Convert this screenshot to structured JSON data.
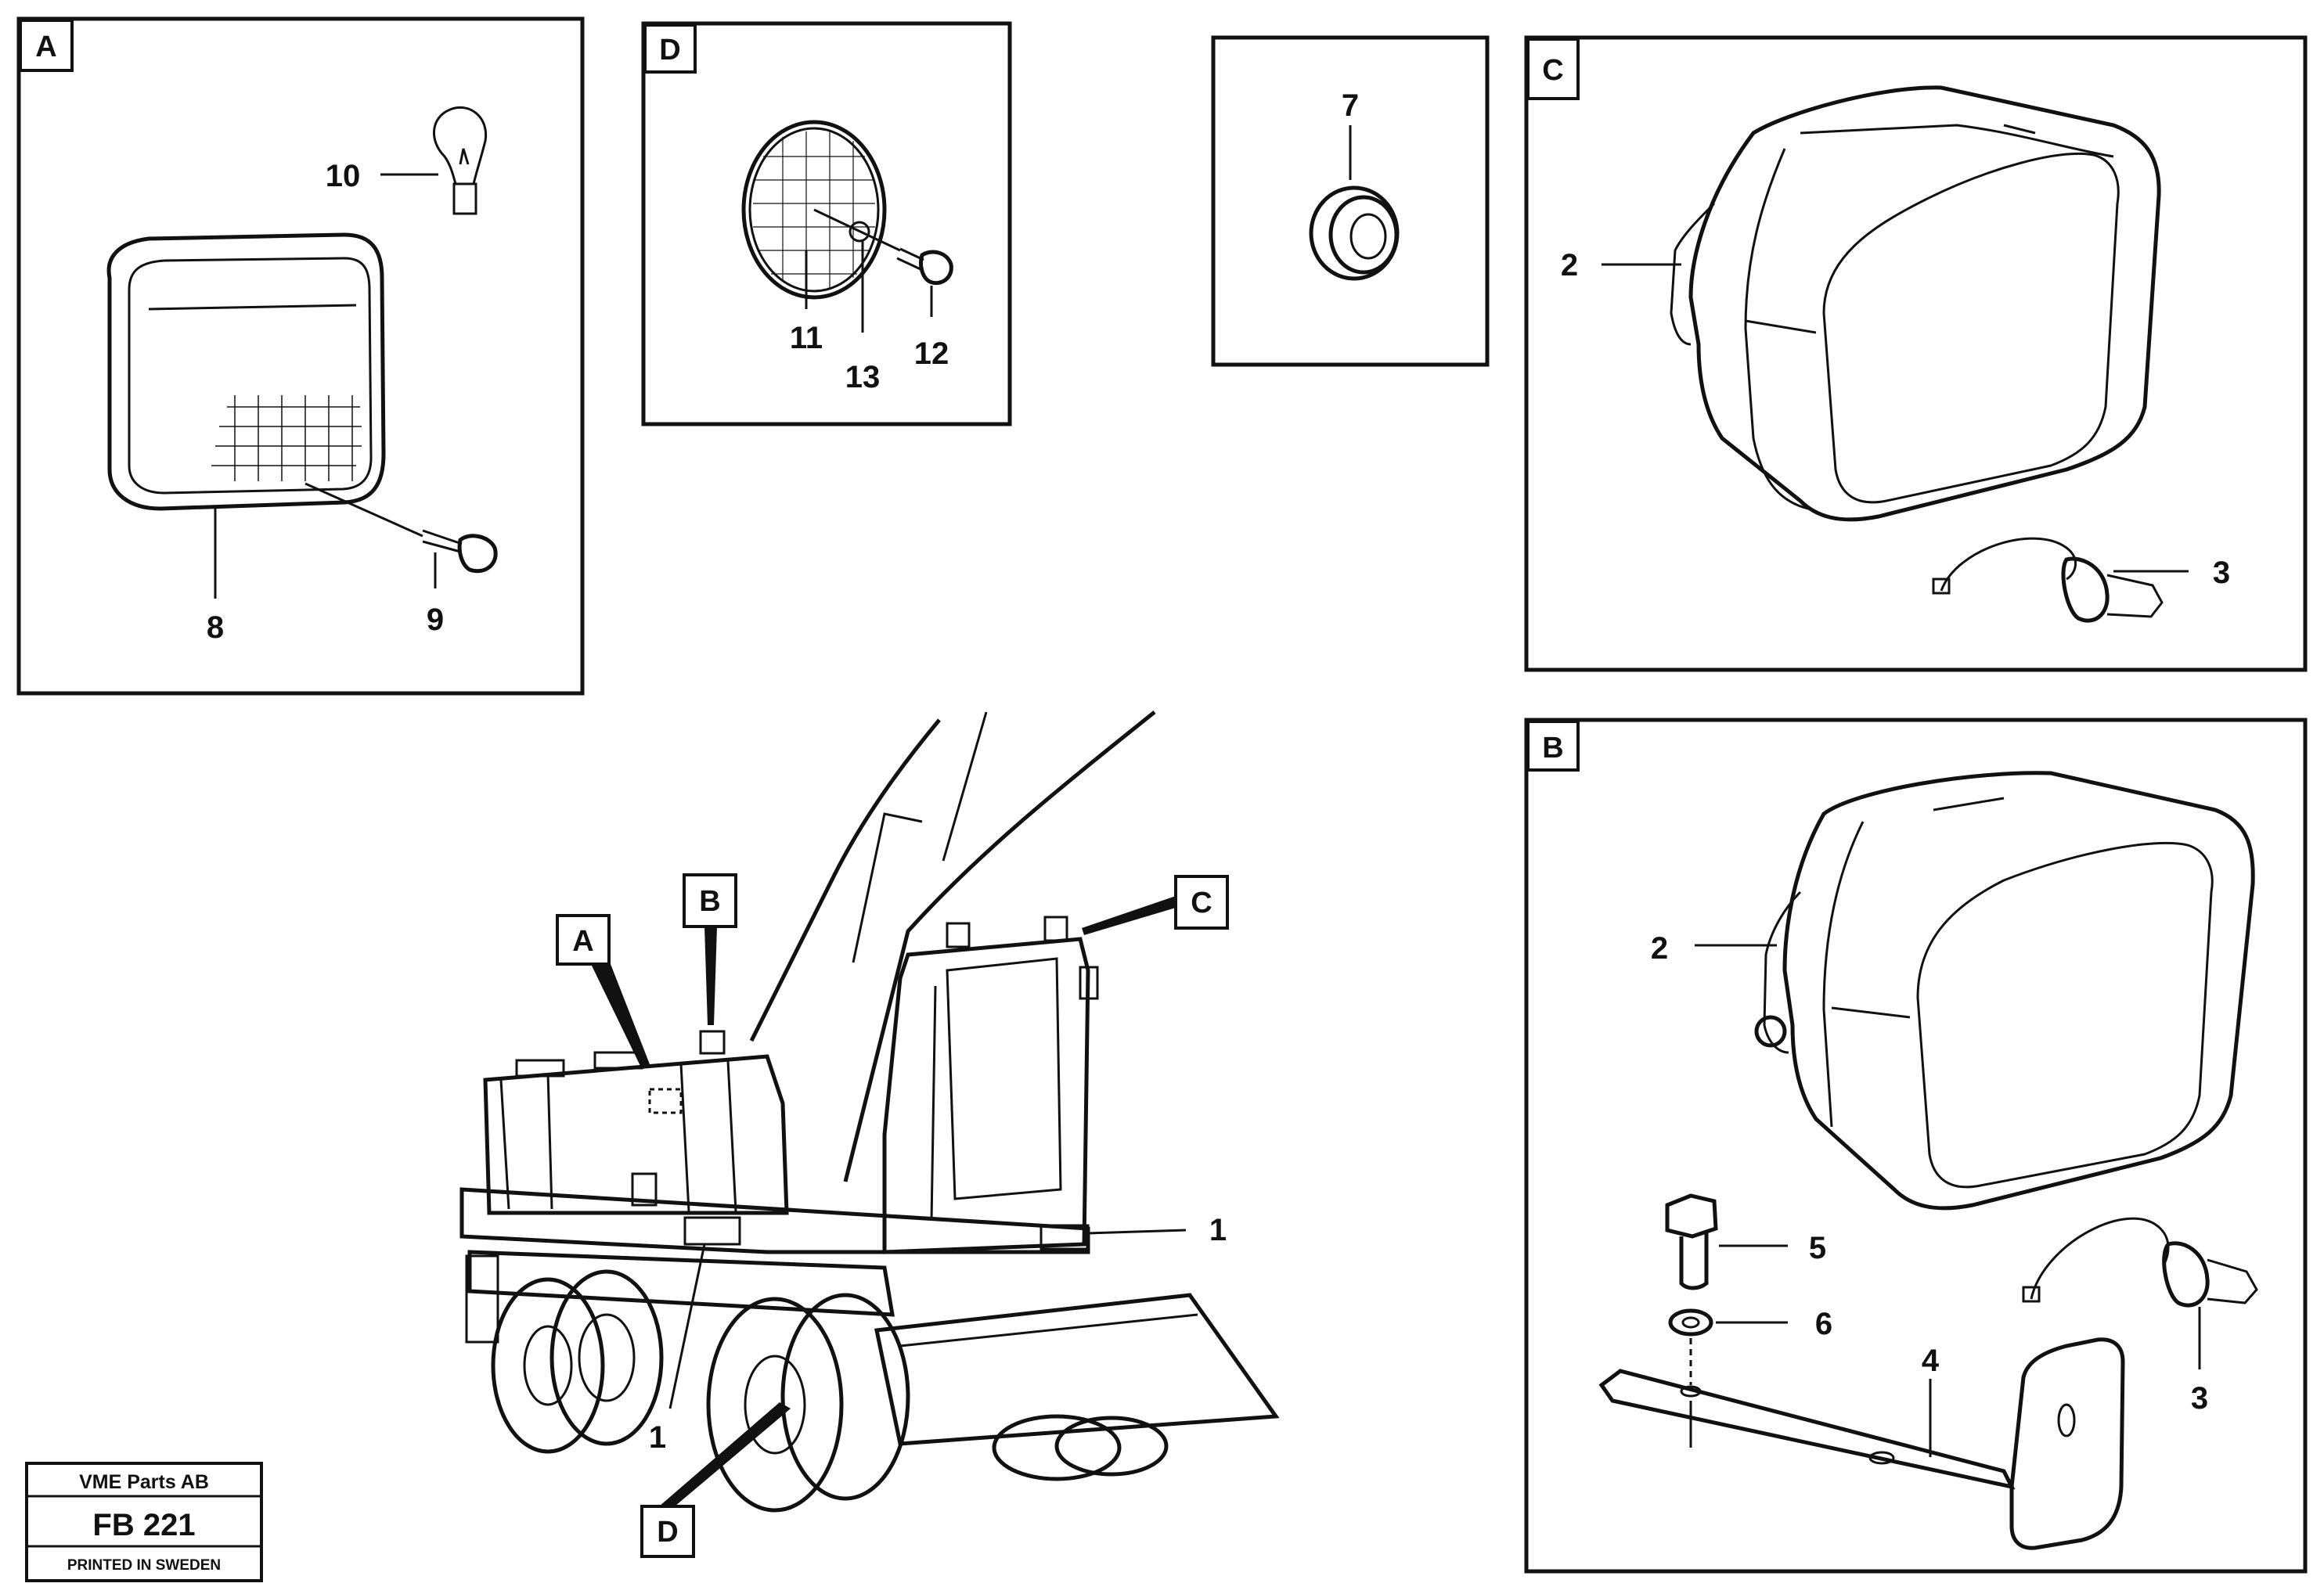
{
  "panels": {
    "A": {
      "label": "A",
      "callouts": [
        "10",
        "8",
        "9"
      ]
    },
    "D": {
      "label": "D",
      "callouts": [
        "11",
        "13",
        "12"
      ]
    },
    "grommet": {
      "callouts": [
        "7"
      ]
    },
    "C": {
      "label": "C",
      "callouts": [
        "2",
        "3"
      ]
    },
    "B": {
      "label": "B",
      "callouts": [
        "2",
        "5",
        "6",
        "4",
        "3"
      ]
    }
  },
  "overview": {
    "tags": [
      "A",
      "B",
      "C",
      "D"
    ],
    "callouts": [
      "1",
      "1"
    ]
  },
  "stamp": {
    "company": "VME Parts AB",
    "code": "FB 221",
    "printed": "PRINTED IN SWEDEN"
  }
}
